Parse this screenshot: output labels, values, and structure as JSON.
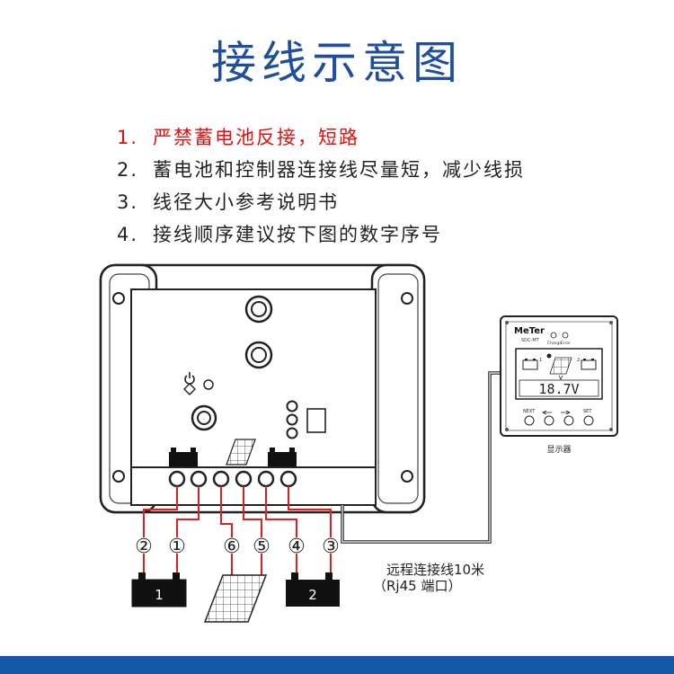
{
  "title": "接线示意图",
  "notes": [
    {
      "num": "1.",
      "text": "严禁蓄电池反接，短路"
    },
    {
      "num": "2.",
      "text": "蓄电池和控制器连接线尽量短，减少线损"
    },
    {
      "num": "3.",
      "text": "线径大小参考说明书"
    },
    {
      "num": "4.",
      "text": "接线顺序建议按下图的数字序号"
    }
  ],
  "terminal_numbers": [
    "②",
    "①",
    "⑥",
    "⑤",
    "④",
    "③"
  ],
  "battery_labels": [
    "1",
    "2"
  ],
  "meter": {
    "brand": "MeTer",
    "model": "SDC-MT",
    "led_labels": [
      "Charge",
      "Error"
    ],
    "reading": "18.7V",
    "battery_indices": [
      "1",
      "2"
    ],
    "buttons": [
      "NEXT",
      "SET"
    ],
    "caption": "显示器"
  },
  "cable": {
    "line1": "远程连接线10米",
    "line2": "（Rj45 端口）"
  },
  "colors": {
    "title": "#1f4e9c",
    "warning": "#e01010",
    "wire": "#e02020",
    "bar": "#1459a8"
  }
}
